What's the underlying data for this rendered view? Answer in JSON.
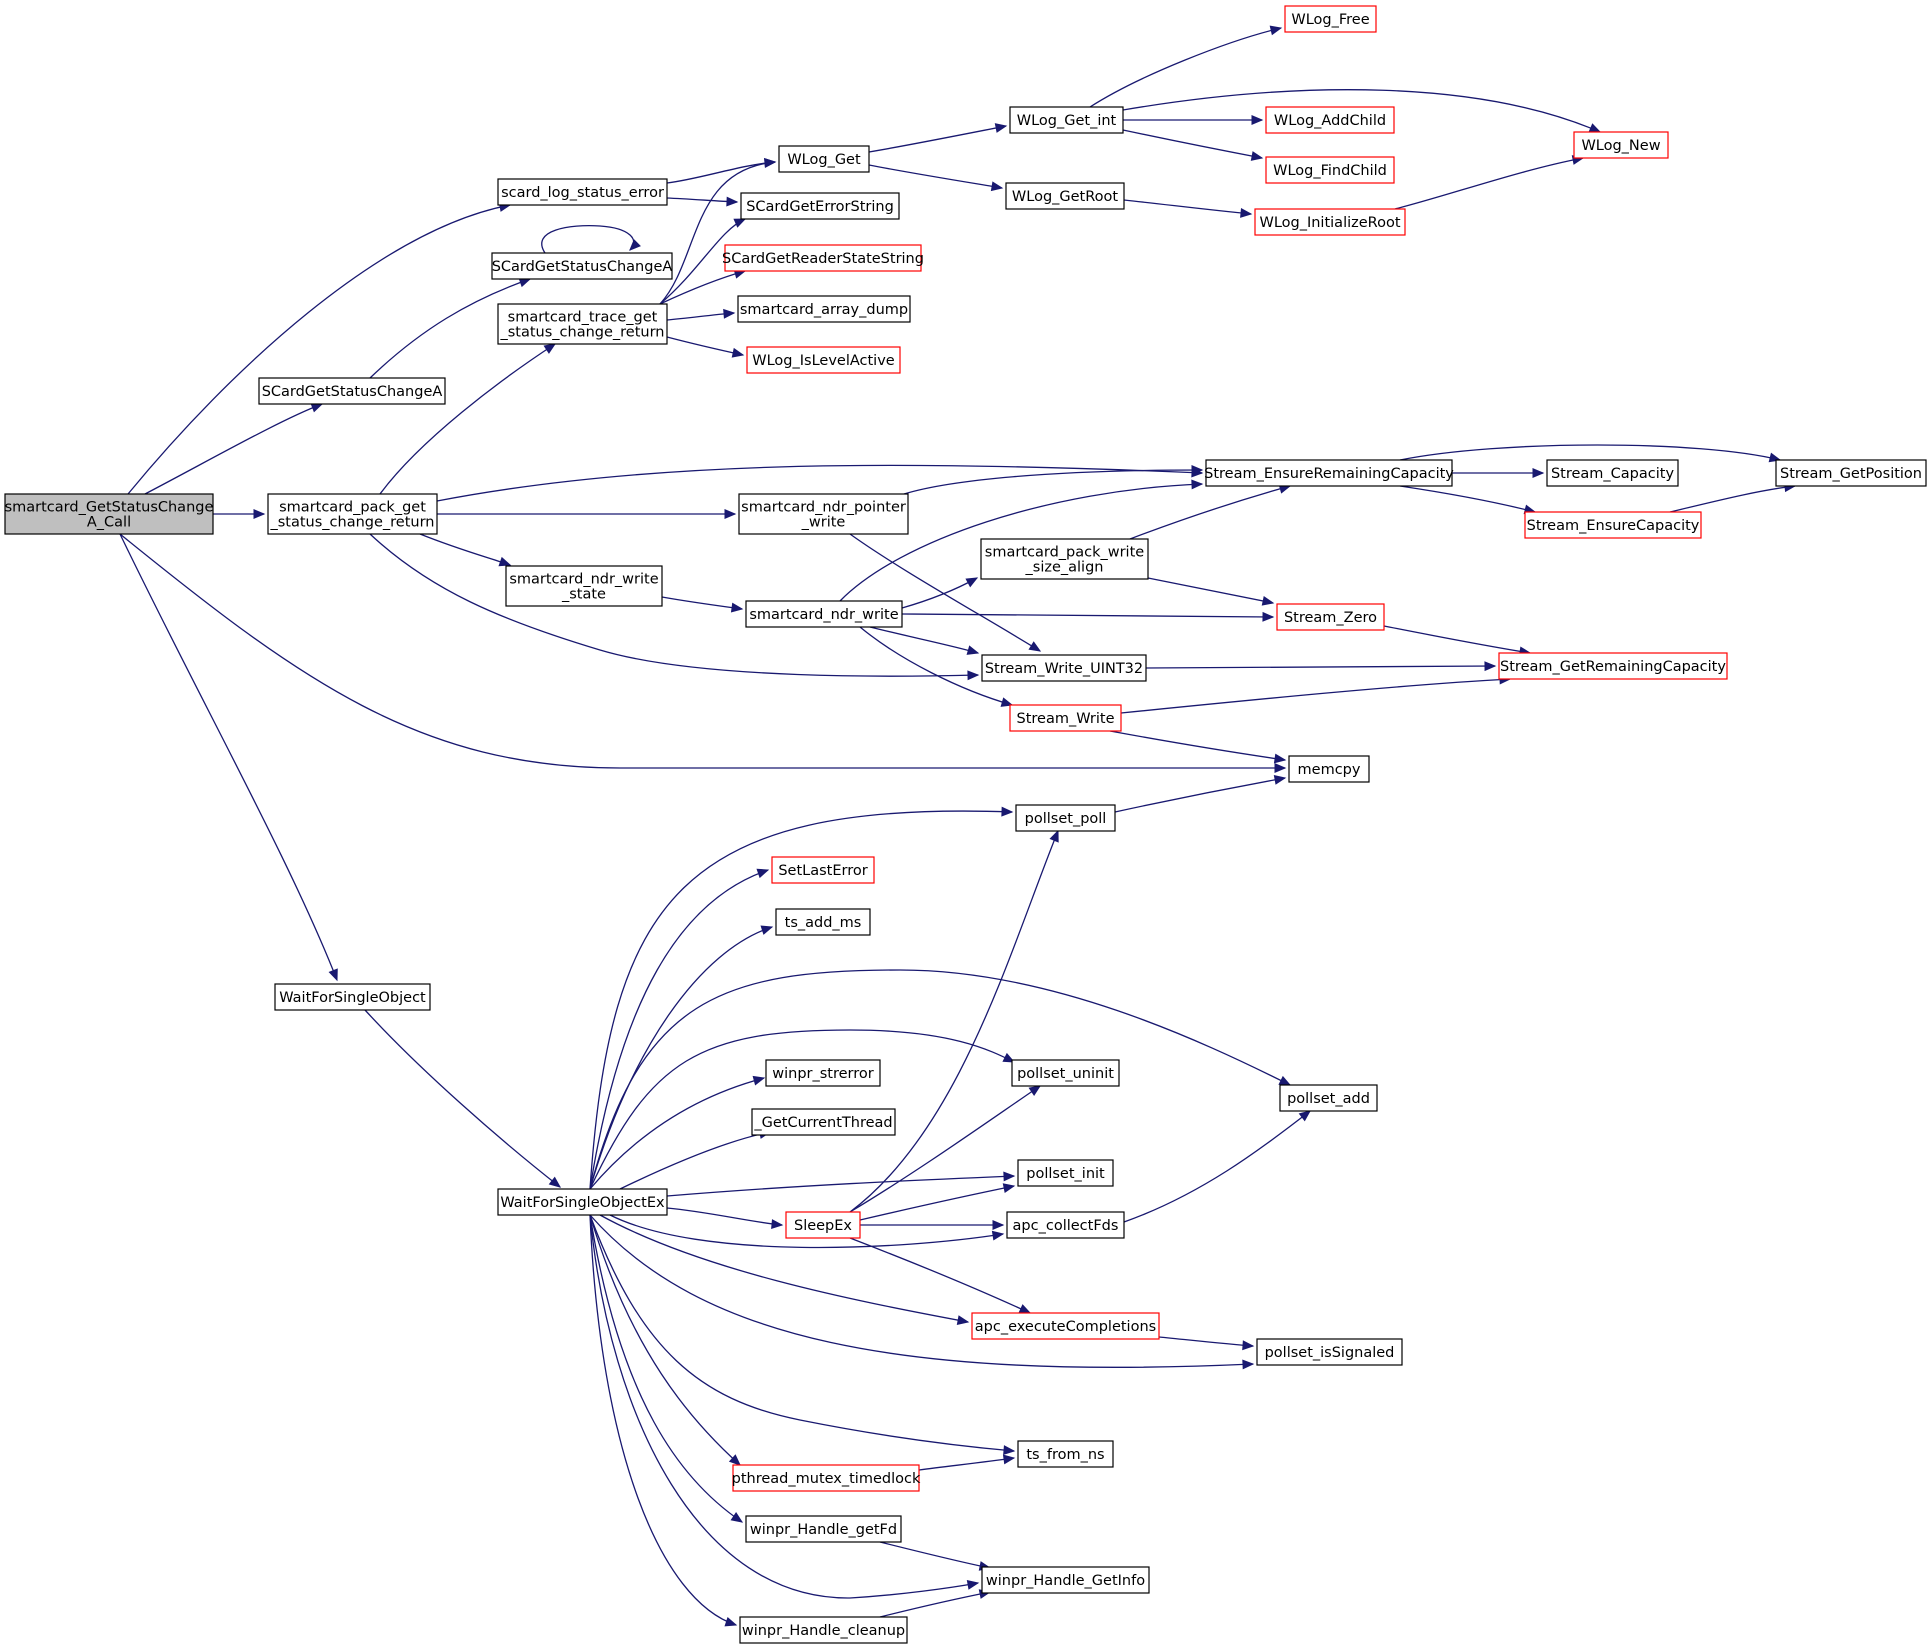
{
  "colors": {
    "edge": "#191970",
    "node_border": "#000000",
    "node_border_incomplete": "#ff0000",
    "root_fill": "#bfbfbf",
    "node_fill": "#ffffff"
  },
  "nodes": [
    {
      "id": "root",
      "lines": [
        "smartcard_GetStatusChange",
        "A_Call"
      ],
      "kind": "root"
    },
    {
      "id": "scard_log_status_error",
      "lines": [
        "scard_log_status_error"
      ],
      "kind": "normal"
    },
    {
      "id": "SCardGetStatusChangeA_top",
      "lines": [
        "SCardGetStatusChangeA"
      ],
      "kind": "normal"
    },
    {
      "id": "smartcard_trace",
      "lines": [
        "smartcard_trace_get",
        "_status_change_return"
      ],
      "kind": "normal"
    },
    {
      "id": "SCardGetStatusChangeA_mid",
      "lines": [
        "SCardGetStatusChangeA"
      ],
      "kind": "normal"
    },
    {
      "id": "smartcard_pack",
      "lines": [
        "smartcard_pack_get",
        "_status_change_return"
      ],
      "kind": "normal"
    },
    {
      "id": "WaitForSingleObject",
      "lines": [
        "WaitForSingleObject"
      ],
      "kind": "normal"
    },
    {
      "id": "WaitForSingleObjectEx",
      "lines": [
        "WaitForSingleObjectEx"
      ],
      "kind": "normal"
    },
    {
      "id": "WLog_Get",
      "lines": [
        "WLog_Get"
      ],
      "kind": "normal"
    },
    {
      "id": "SCardGetErrorString",
      "lines": [
        "SCardGetErrorString"
      ],
      "kind": "normal"
    },
    {
      "id": "SCardGetReaderStateString",
      "lines": [
        "SCardGetReaderStateString"
      ],
      "kind": "incomplete"
    },
    {
      "id": "smartcard_array_dump",
      "lines": [
        "smartcard_array_dump"
      ],
      "kind": "normal"
    },
    {
      "id": "WLog_IsLevelActive",
      "lines": [
        "WLog_IsLevelActive"
      ],
      "kind": "incomplete"
    },
    {
      "id": "WLog_Get_int",
      "lines": [
        "WLog_Get_int"
      ],
      "kind": "normal"
    },
    {
      "id": "WLog_GetRoot",
      "lines": [
        "WLog_GetRoot"
      ],
      "kind": "normal"
    },
    {
      "id": "WLog_Free",
      "lines": [
        "WLog_Free"
      ],
      "kind": "incomplete"
    },
    {
      "id": "WLog_AddChild",
      "lines": [
        "WLog_AddChild"
      ],
      "kind": "incomplete"
    },
    {
      "id": "WLog_FindChild",
      "lines": [
        "WLog_FindChild"
      ],
      "kind": "incomplete"
    },
    {
      "id": "WLog_InitializeRoot",
      "lines": [
        "WLog_InitializeRoot"
      ],
      "kind": "incomplete"
    },
    {
      "id": "WLog_New",
      "lines": [
        "WLog_New"
      ],
      "kind": "incomplete"
    },
    {
      "id": "smartcard_ndr_pointer_write",
      "lines": [
        "smartcard_ndr_pointer",
        "_write"
      ],
      "kind": "normal"
    },
    {
      "id": "smartcard_ndr_write_state",
      "lines": [
        "smartcard_ndr_write",
        "_state"
      ],
      "kind": "normal"
    },
    {
      "id": "smartcard_ndr_write",
      "lines": [
        "smartcard_ndr_write"
      ],
      "kind": "normal"
    },
    {
      "id": "smartcard_pack_write_size_align",
      "lines": [
        "smartcard_pack_write",
        "_size_align"
      ],
      "kind": "normal"
    },
    {
      "id": "Stream_Write_UINT32",
      "lines": [
        "Stream_Write_UINT32"
      ],
      "kind": "normal"
    },
    {
      "id": "Stream_Write",
      "lines": [
        "Stream_Write"
      ],
      "kind": "incomplete"
    },
    {
      "id": "Stream_EnsureRemainingCapacity",
      "lines": [
        "Stream_EnsureRemainingCapacity"
      ],
      "kind": "normal"
    },
    {
      "id": "Stream_Capacity",
      "lines": [
        "Stream_Capacity"
      ],
      "kind": "normal"
    },
    {
      "id": "Stream_EnsureCapacity",
      "lines": [
        "Stream_EnsureCapacity"
      ],
      "kind": "incomplete"
    },
    {
      "id": "Stream_GetPosition",
      "lines": [
        "Stream_GetPosition"
      ],
      "kind": "normal"
    },
    {
      "id": "Stream_Zero",
      "lines": [
        "Stream_Zero"
      ],
      "kind": "incomplete"
    },
    {
      "id": "Stream_GetRemainingCapacity",
      "lines": [
        "Stream_GetRemainingCapacity"
      ],
      "kind": "incomplete"
    },
    {
      "id": "memcpy",
      "lines": [
        "memcpy"
      ],
      "kind": "normal"
    },
    {
      "id": "pollset_poll",
      "lines": [
        "pollset_poll"
      ],
      "kind": "normal"
    },
    {
      "id": "SetLastError",
      "lines": [
        "SetLastError"
      ],
      "kind": "incomplete"
    },
    {
      "id": "ts_add_ms",
      "lines": [
        "ts_add_ms"
      ],
      "kind": "normal"
    },
    {
      "id": "pollset_uninit",
      "lines": [
        "pollset_uninit"
      ],
      "kind": "normal"
    },
    {
      "id": "pollset_add",
      "lines": [
        "pollset_add"
      ],
      "kind": "normal"
    },
    {
      "id": "winpr_strerror",
      "lines": [
        "winpr_strerror"
      ],
      "kind": "normal"
    },
    {
      "id": "_GetCurrentThread",
      "lines": [
        "_GetCurrentThread"
      ],
      "kind": "normal"
    },
    {
      "id": "pollset_init",
      "lines": [
        "pollset_init"
      ],
      "kind": "normal"
    },
    {
      "id": "SleepEx",
      "lines": [
        "SleepEx"
      ],
      "kind": "incomplete"
    },
    {
      "id": "apc_collectFds",
      "lines": [
        "apc_collectFds"
      ],
      "kind": "normal"
    },
    {
      "id": "apc_executeCompletions",
      "lines": [
        "apc_executeCompletions"
      ],
      "kind": "incomplete"
    },
    {
      "id": "pollset_isSignaled",
      "lines": [
        "pollset_isSignaled"
      ],
      "kind": "normal"
    },
    {
      "id": "ts_from_ns",
      "lines": [
        "ts_from_ns"
      ],
      "kind": "normal"
    },
    {
      "id": "pthread_mutex_timedlock",
      "lines": [
        "pthread_mutex_timedlock"
      ],
      "kind": "incomplete"
    },
    {
      "id": "winpr_Handle_getFd",
      "lines": [
        "winpr_Handle_getFd"
      ],
      "kind": "normal"
    },
    {
      "id": "winpr_Handle_GetInfo",
      "lines": [
        "winpr_Handle_GetInfo"
      ],
      "kind": "normal"
    },
    {
      "id": "winpr_Handle_cleanup",
      "lines": [
        "winpr_Handle_cleanup"
      ],
      "kind": "normal"
    }
  ],
  "edges": [
    {
      "from": "root",
      "to": "scard_log_status_error"
    },
    {
      "from": "root",
      "to": "SCardGetStatusChangeA_mid"
    },
    {
      "from": "root",
      "to": "smartcard_pack"
    },
    {
      "from": "root",
      "to": "memcpy"
    },
    {
      "from": "root",
      "to": "WaitForSingleObject"
    },
    {
      "from": "scard_log_status_error",
      "to": "WLog_Get"
    },
    {
      "from": "scard_log_status_error",
      "to": "SCardGetErrorString"
    },
    {
      "from": "SCardGetStatusChangeA_top",
      "to": "SCardGetStatusChangeA_top"
    },
    {
      "from": "SCardGetStatusChangeA_mid",
      "to": "SCardGetStatusChangeA_top"
    },
    {
      "from": "smartcard_trace",
      "to": "WLog_Get"
    },
    {
      "from": "smartcard_trace",
      "to": "SCardGetErrorString"
    },
    {
      "from": "smartcard_trace",
      "to": "SCardGetReaderStateString"
    },
    {
      "from": "smartcard_trace",
      "to": "smartcard_array_dump"
    },
    {
      "from": "smartcard_trace",
      "to": "WLog_IsLevelActive"
    },
    {
      "from": "WLog_Get",
      "to": "WLog_Get_int"
    },
    {
      "from": "WLog_Get",
      "to": "WLog_GetRoot"
    },
    {
      "from": "WLog_Get_int",
      "to": "WLog_Free"
    },
    {
      "from": "WLog_Get_int",
      "to": "WLog_New"
    },
    {
      "from": "WLog_Get_int",
      "to": "WLog_AddChild"
    },
    {
      "from": "WLog_Get_int",
      "to": "WLog_FindChild"
    },
    {
      "from": "WLog_GetRoot",
      "to": "WLog_InitializeRoot"
    },
    {
      "from": "WLog_InitializeRoot",
      "to": "WLog_New"
    },
    {
      "from": "smartcard_pack",
      "to": "smartcard_trace"
    },
    {
      "from": "smartcard_pack",
      "to": "Stream_EnsureRemainingCapacity"
    },
    {
      "from": "smartcard_pack",
      "to": "smartcard_ndr_pointer_write"
    },
    {
      "from": "smartcard_pack",
      "to": "smartcard_ndr_write_state"
    },
    {
      "from": "smartcard_pack",
      "to": "Stream_Write_UINT32"
    },
    {
      "from": "smartcard_ndr_pointer_write",
      "to": "Stream_EnsureRemainingCapacity"
    },
    {
      "from": "smartcard_ndr_pointer_write",
      "to": "Stream_Write_UINT32"
    },
    {
      "from": "smartcard_ndr_write_state",
      "to": "smartcard_ndr_write"
    },
    {
      "from": "smartcard_ndr_write",
      "to": "Stream_EnsureRemainingCapacity"
    },
    {
      "from": "smartcard_ndr_write",
      "to": "smartcard_pack_write_size_align"
    },
    {
      "from": "smartcard_ndr_write",
      "to": "Stream_Zero"
    },
    {
      "from": "smartcard_ndr_write",
      "to": "Stream_Write_UINT32"
    },
    {
      "from": "smartcard_ndr_write",
      "to": "Stream_Write"
    },
    {
      "from": "smartcard_pack_write_size_align",
      "to": "Stream_EnsureRemainingCapacity"
    },
    {
      "from": "smartcard_pack_write_size_align",
      "to": "Stream_Zero"
    },
    {
      "from": "Stream_EnsureRemainingCapacity",
      "to": "Stream_GetPosition"
    },
    {
      "from": "Stream_EnsureRemainingCapacity",
      "to": "Stream_Capacity"
    },
    {
      "from": "Stream_EnsureRemainingCapacity",
      "to": "Stream_EnsureCapacity"
    },
    {
      "from": "Stream_EnsureCapacity",
      "to": "Stream_GetPosition"
    },
    {
      "from": "Stream_Zero",
      "to": "Stream_GetRemainingCapacity"
    },
    {
      "from": "Stream_Write_UINT32",
      "to": "Stream_GetRemainingCapacity"
    },
    {
      "from": "Stream_Write",
      "to": "Stream_GetRemainingCapacity"
    },
    {
      "from": "Stream_Write",
      "to": "memcpy"
    },
    {
      "from": "WaitForSingleObject",
      "to": "WaitForSingleObjectEx"
    },
    {
      "from": "WaitForSingleObjectEx",
      "to": "pollset_poll"
    },
    {
      "from": "WaitForSingleObjectEx",
      "to": "SetLastError"
    },
    {
      "from": "WaitForSingleObjectEx",
      "to": "ts_add_ms"
    },
    {
      "from": "WaitForSingleObjectEx",
      "to": "pollset_add"
    },
    {
      "from": "WaitForSingleObjectEx",
      "to": "pollset_uninit"
    },
    {
      "from": "WaitForSingleObjectEx",
      "to": "winpr_strerror"
    },
    {
      "from": "WaitForSingleObjectEx",
      "to": "_GetCurrentThread"
    },
    {
      "from": "WaitForSingleObjectEx",
      "to": "pollset_init"
    },
    {
      "from": "WaitForSingleObjectEx",
      "to": "SleepEx"
    },
    {
      "from": "WaitForSingleObjectEx",
      "to": "apc_collectFds"
    },
    {
      "from": "WaitForSingleObjectEx",
      "to": "apc_executeCompletions"
    },
    {
      "from": "WaitForSingleObjectEx",
      "to": "pollset_isSignaled"
    },
    {
      "from": "WaitForSingleObjectEx",
      "to": "ts_from_ns"
    },
    {
      "from": "WaitForSingleObjectEx",
      "to": "pthread_mutex_timedlock"
    },
    {
      "from": "WaitForSingleObjectEx",
      "to": "winpr_Handle_getFd"
    },
    {
      "from": "WaitForSingleObjectEx",
      "to": "winpr_Handle_GetInfo"
    },
    {
      "from": "WaitForSingleObjectEx",
      "to": "winpr_Handle_cleanup"
    },
    {
      "from": "SleepEx",
      "to": "pollset_poll"
    },
    {
      "from": "SleepEx",
      "to": "pollset_uninit"
    },
    {
      "from": "SleepEx",
      "to": "pollset_init"
    },
    {
      "from": "SleepEx",
      "to": "apc_collectFds"
    },
    {
      "from": "SleepEx",
      "to": "apc_executeCompletions"
    },
    {
      "from": "pollset_poll",
      "to": "memcpy"
    },
    {
      "from": "apc_collectFds",
      "to": "pollset_add"
    },
    {
      "from": "apc_executeCompletions",
      "to": "pollset_isSignaled"
    },
    {
      "from": "pthread_mutex_timedlock",
      "to": "ts_from_ns"
    },
    {
      "from": "winpr_Handle_getFd",
      "to": "winpr_Handle_GetInfo"
    },
    {
      "from": "winpr_Handle_cleanup",
      "to": "winpr_Handle_GetInfo"
    }
  ]
}
